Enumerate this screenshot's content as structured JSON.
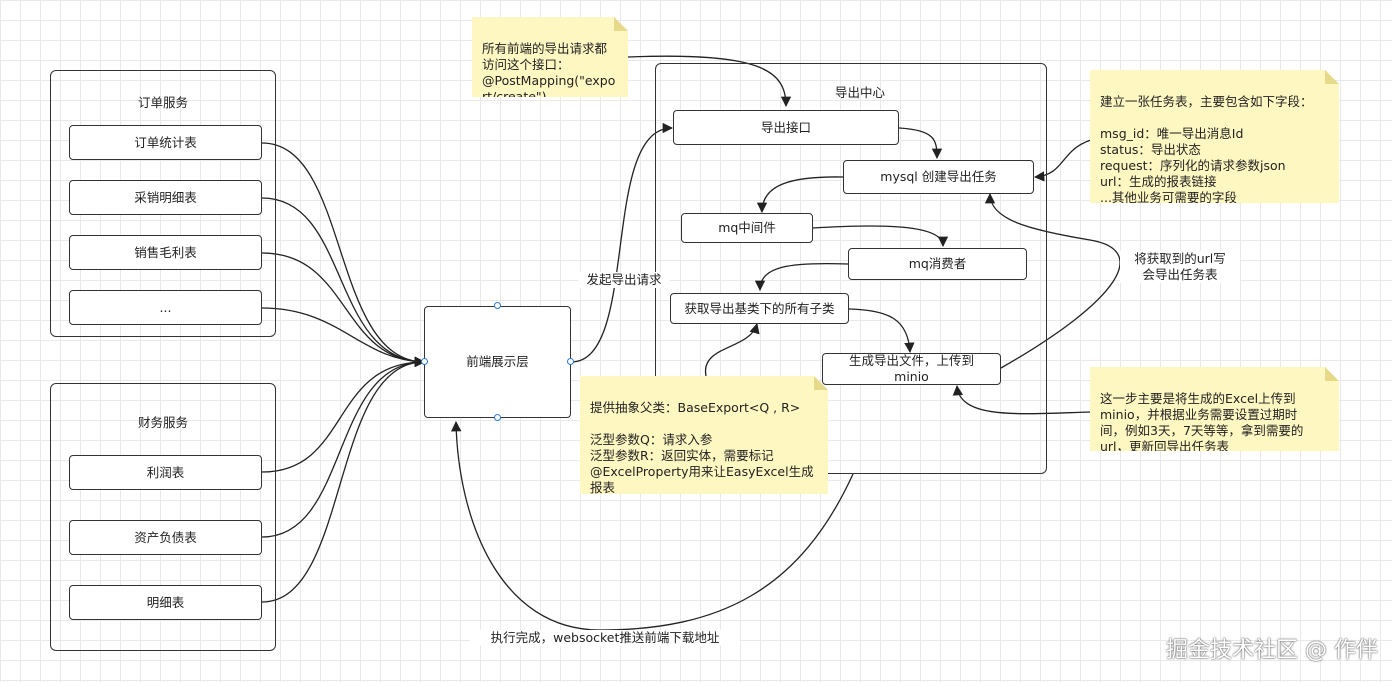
{
  "order_service": {
    "title": "订单服务",
    "items": [
      "订单统计表",
      "采销明细表",
      "销售毛利表",
      "..."
    ]
  },
  "finance_service": {
    "title": "财务服务",
    "items": [
      "利润表",
      "资产负债表",
      "明细表"
    ]
  },
  "frontend": {
    "label": "前端展示层"
  },
  "export_center": {
    "title": "导出中心",
    "nodes": {
      "export_api": "导出接口",
      "mysql_task": "mysql 创建导出任务",
      "mq_middleware": "mq中间件",
      "mq_consumer": "mq消费者",
      "get_subclasses": "获取导出基类下的所有子类",
      "gen_upload": "生成导出文件，上传到\nminio"
    }
  },
  "notes": {
    "api_note": "所有前端的导出请求都\n访问这个接口：\n@PostMapping(\"expo\nrt/create\")",
    "table_note": "建立一张任务表，主要包含如下字段：\n\nmsg_id：唯一导出消息Id\nstatus：导出状态\nrequest：序列化的请求参数json\nurl：生成的报表链接\n...其他业务可需要的字段",
    "abstract_note": "提供抽象父类：BaseExport<Q , R>\n\n泛型参数Q：请求入参\n泛型参数R：返回实体，需要标记\n@ExcelProperty用来让EasyExcel生成\n报表",
    "minio_note": "这一步主要是将生成的Excel上传到\nminio，并根据业务需要设置过期时\n间，例如3天，7天等等，拿到需要的\nurl，更新回导出任务表"
  },
  "edge_labels": {
    "send_request": "发起导出请求",
    "write_url": "将获取到的url写\n会导出任务表",
    "done_push": "执行完成，websocket推送前端下载地址"
  },
  "watermark": "掘金技术社区 @ 作伴"
}
